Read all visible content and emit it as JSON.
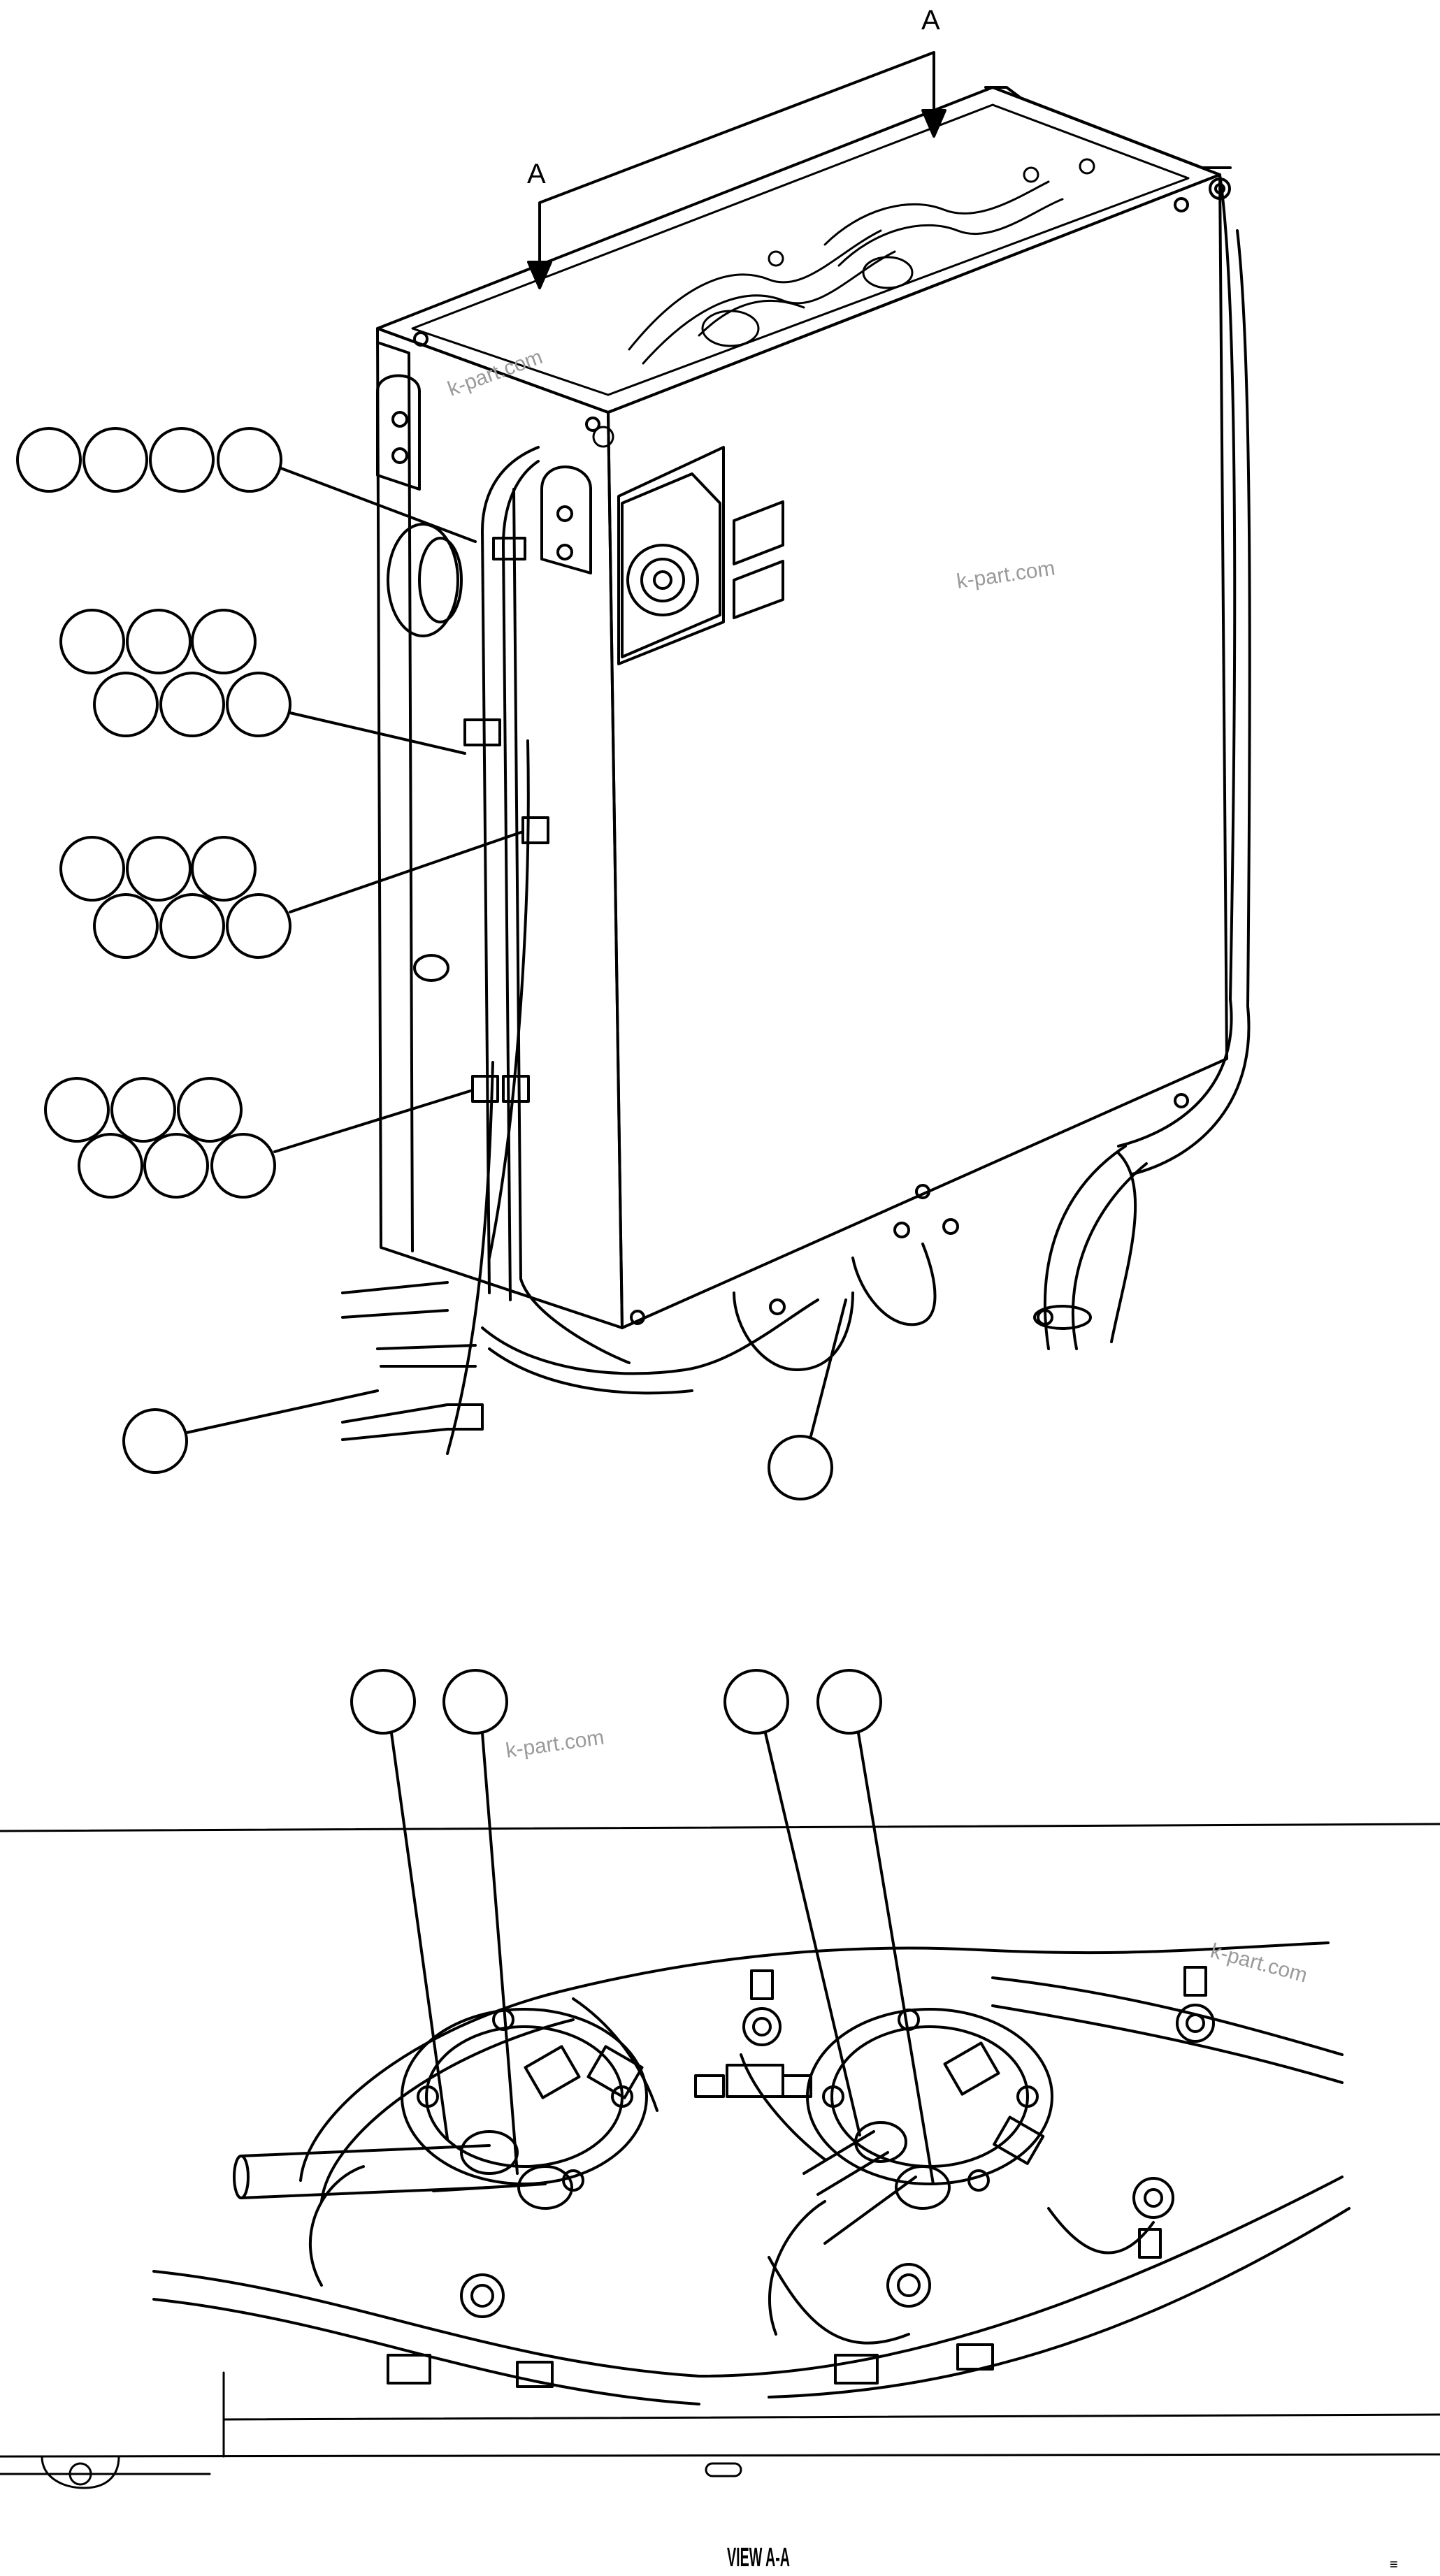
{
  "section_arrows": {
    "left_label": "A",
    "right_label": "A"
  },
  "watermarks": [
    "k-part.com",
    "k-part.com",
    "k-part.com",
    "k-part.com"
  ],
  "view_caption": "VIEW A-A",
  "corner_mark": "≡",
  "callout_groups": [
    {
      "id": "group-1",
      "bubble_count": 4
    },
    {
      "id": "group-2",
      "bubble_count": 6
    },
    {
      "id": "group-3",
      "bubble_count": 6
    },
    {
      "id": "group-4",
      "bubble_count": 6
    },
    {
      "id": "single-left",
      "bubble_count": 1
    },
    {
      "id": "single-mid",
      "bubble_count": 1
    },
    {
      "id": "view-callouts",
      "bubble_count": 4
    }
  ]
}
